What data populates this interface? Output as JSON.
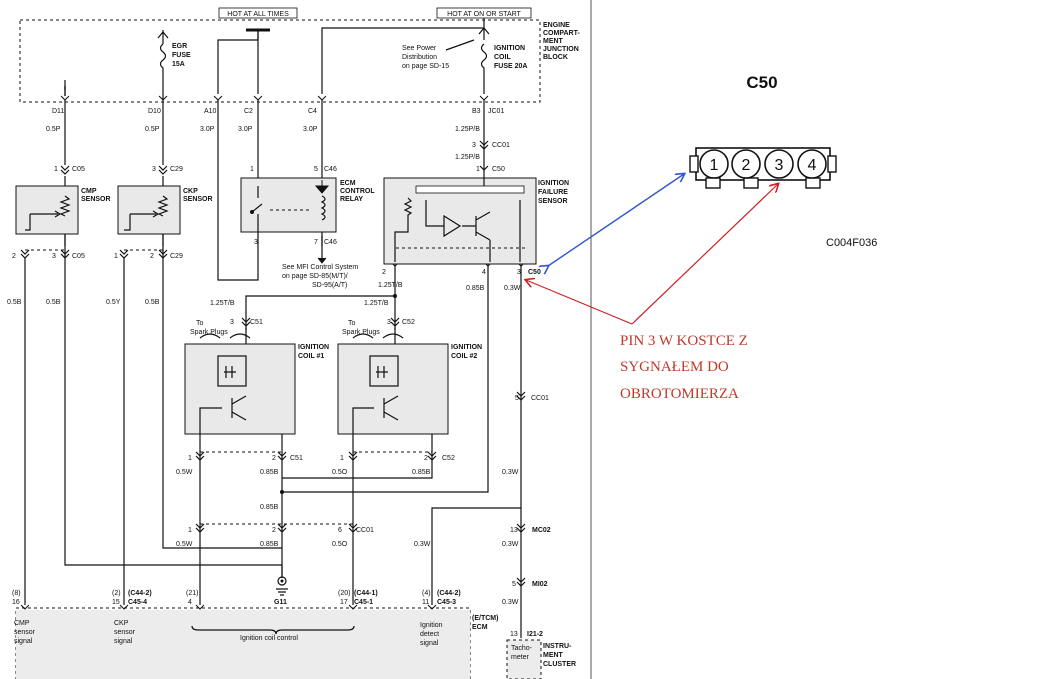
{
  "header": {
    "hot_at_all_times": "HOT AT ALL TIMES",
    "hot_at_on_or_start": "HOT AT ON OR START"
  },
  "junction_block": {
    "label_lines": [
      "ENGINE",
      "COMPART-",
      "MENT",
      "JUNCTION",
      "BLOCK"
    ],
    "egr_fuse": [
      "EGR",
      "FUSE",
      "15A"
    ],
    "ignition_fuse": [
      "IGNITION",
      "COIL",
      "FUSE 20A"
    ],
    "see_power": [
      "See Power",
      "Distribution",
      "on page SD-15"
    ]
  },
  "pins": {
    "d11": "D11",
    "d10": "D10",
    "a10": "A10",
    "c2": "C2",
    "c4": "C4",
    "b3": "B3",
    "jc01": "JC01"
  },
  "wires": {
    "w05p_a": "0.5P",
    "w05p_b": "0.5P",
    "w30p_a": "3.0P",
    "w30p_b": "3.0P",
    "w30p_c": "3.0P",
    "w125pb_a": "1.25P/B",
    "w125pb_b": "1.25P/B",
    "w125tb_a": "1.25T/B",
    "w125tb_b": "1.25T/B",
    "w125tb_c": "1.25T/B",
    "w05b_a": "0.5B",
    "w05b_b": "0.5B",
    "w05y": "0.5Y",
    "w05b_c": "0.5B",
    "w085b_a": "0.85B",
    "w03w_a": "0.3W",
    "w05w_a": "0.5W",
    "w085b_b": "0.85B",
    "w05o_a": "0.5O",
    "w085b_c": "0.85B",
    "w085b_d": "0.85B",
    "w03w_b": "0.3W",
    "w05w_b": "0.5W",
    "w085b_e": "0.85B",
    "w05o_b": "0.5O",
    "w03w_c": "0.3W",
    "w03w_d": "0.3W",
    "w03w_e": "0.3W"
  },
  "connectors": {
    "c05": "C05",
    "c29": "C29",
    "c46": "C46",
    "cc01": "CC01",
    "c50": "C50",
    "c51": "C51",
    "c52": "C52",
    "mc02": "MC02",
    "mi02": "MI02",
    "i21_2": "I21-2",
    "g11": "G11"
  },
  "components": {
    "cmp_sensor": [
      "CMP",
      "SENSOR"
    ],
    "ckp_sensor": [
      "CKP",
      "SENSOR"
    ],
    "ecm_relay": [
      "ECM",
      "CONTROL",
      "RELAY"
    ],
    "ignition_failure_sensor": [
      "IGNITION",
      "FAILURE",
      "SENSOR"
    ],
    "ignition_coil_1": [
      "IGNITION",
      "COIL #1"
    ],
    "ignition_coil_2": [
      "IGNITION",
      "COIL #2"
    ],
    "to_spark_plugs": [
      "To",
      "Spark Plugs"
    ],
    "see_mfi": [
      "See MFI Control System",
      "on page SD-85(M/T)/",
      "SD-95(A/T)"
    ]
  },
  "ecm_bottom": {
    "pin_8_16": [
      "(8)",
      "16"
    ],
    "pin_2_15": [
      "(2)",
      "15"
    ],
    "pin_c44_c45_4": [
      "(C44-2)",
      "C45-4"
    ],
    "pin_21_4": [
      "(21)",
      "4"
    ],
    "pin_20_17": [
      "(20)",
      "17"
    ],
    "pin_c44_1_c45_1": [
      "(C44-1)",
      "C45-1"
    ],
    "pin_4_11": [
      "(4)",
      "11"
    ],
    "pin_c44_2_c45_3": [
      "(C44-2)",
      "C45-3"
    ],
    "cmp_signal": [
      "CMP",
      "sensor",
      "signal"
    ],
    "ckp_signal": [
      "CKP",
      "sensor",
      "signal"
    ],
    "ignition_coil_control": "Ignition coil control",
    "ignition_detect": [
      "Ignition",
      "detect",
      "signal"
    ],
    "ecm_label": [
      "(E/TCM)",
      "ECM"
    ],
    "tachometer": [
      "Tacho-",
      "meter"
    ],
    "instrument_cluster": [
      "INSTRU-",
      "MENT",
      "CLUSTER"
    ]
  },
  "connector_view": {
    "title": "C50",
    "pins": [
      "1",
      "2",
      "3",
      "4"
    ],
    "code": "C004F036"
  },
  "annotation": {
    "lines": [
      "PIN 3 W KOSTCE Z",
      "SYGNAŁEM DO",
      "OBROTOMIERZA"
    ],
    "text_color": "#c0392b",
    "blue_arrow_color": "#3355cc",
    "red_arrow_color": "#cc2222"
  }
}
